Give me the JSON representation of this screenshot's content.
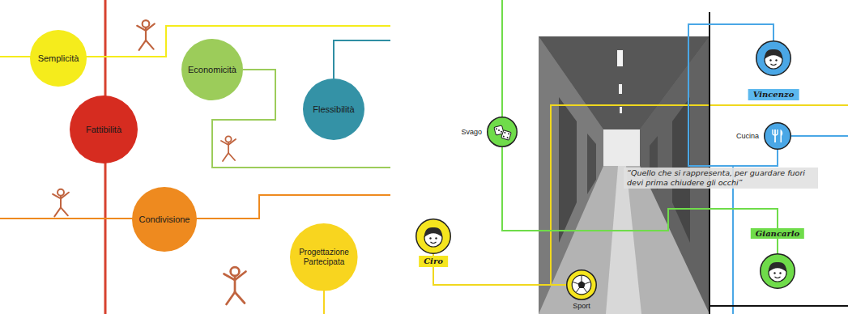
{
  "diagram": {
    "nodes": [
      {
        "text": [
          "Semplicità"
        ]
      },
      {
        "text": [
          "Economicità"
        ]
      },
      {
        "text": [
          "Flessibilità"
        ]
      },
      {
        "text": [
          "Fattibilità"
        ]
      },
      {
        "text": [
          "Condivisione"
        ]
      },
      {
        "text": [
          "Progettazione Partecipata"
        ]
      },
      {
        "text": [
          "Svago"
        ]
      },
      {
        "text": [
          "Vincenzo"
        ]
      },
      {
        "text": [
          "Cucina"
        ]
      },
      {
        "text": [
          "Ciro"
        ]
      },
      {
        "text": [
          "Sport"
        ]
      },
      {
        "text": [
          "Giancarlo"
        ]
      }
    ],
    "edges": [
      {
        "from": 9,
        "to": 10,
        "arrow": "none"
      },
      {
        "from": 6,
        "to": 11,
        "arrow": "none"
      },
      {
        "from": 7,
        "to": 8,
        "arrow": "none"
      }
    ],
    "labels": [
      "“Quello che si rappresenta, per guardare fuori devi prima chiudere gli occhi”"
    ]
  }
}
